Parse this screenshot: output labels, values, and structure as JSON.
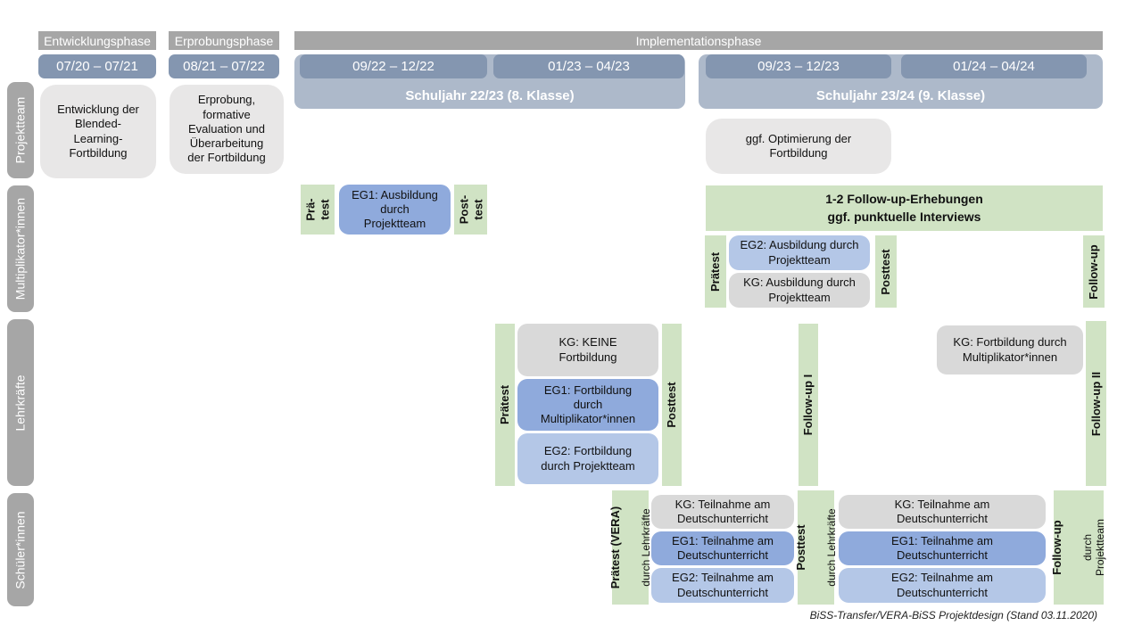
{
  "colors": {
    "header_gray": "#a6a6a6",
    "date_blue": "#8496b0",
    "band_blue": "#adb9ca",
    "box_light_gray": "#e8e7e7",
    "box_gray": "#d9d9d9",
    "box_blue": "#8faadc",
    "box_blue_light": "#b4c7e7",
    "green": "#d0e3c4"
  },
  "phases": {
    "entwicklung": "Entwicklungsphase",
    "erprobung": "Erprobungsphase",
    "implementation": "Implementationsphase"
  },
  "dates": {
    "d1": "07/20 – 07/21",
    "d2": "08/21 – 07/22",
    "d3": "09/22 – 12/22",
    "d4": "01/23 – 04/23",
    "d5": "09/23 – 12/23",
    "d6": "01/24 – 04/24"
  },
  "school_years": {
    "sy1": "Schuljahr 22/23 (8. Klasse)",
    "sy2": "Schuljahr 23/24 (9. Klasse)"
  },
  "row_labels": {
    "projektteam": "Projektteam",
    "multiplikatoren": "Multiplikator*innen",
    "lehrkraefte": "Lehrkräfte",
    "schueler": "Schüler*innen"
  },
  "projektteam": {
    "entwicklung": "Entwicklung der\nBlended-\nLearning-\nFortbildung",
    "erprobung": "Erprobung,\nformative\nEvaluation und\nÜberarbeitung\nder Fortbildung",
    "optimierung": "ggf. Optimierung der\nFortbildung"
  },
  "multiplikatoren": {
    "praetest1": "Prä-\ntest",
    "eg1": "EG1: Ausbildung\ndurch\nProjektteam",
    "posttest1": "Post-\ntest",
    "followup_band": "1-2 Follow-up-Erhebungen\nggf. punktuelle Interviews",
    "praetest2": "Prätest",
    "eg2": "EG2: Ausbildung durch\nProjektteam",
    "kg": "KG: Ausbildung durch\nProjektteam",
    "posttest2": "Posttest",
    "followup": "Follow-up"
  },
  "lehrkraefte": {
    "praetest": "Prätest",
    "kg": "KG: KEINE\nFortbildung",
    "eg1": "EG1: Fortbildung\ndurch\nMultiplikator*innen",
    "eg2": "EG2: Fortbildung\ndurch Projektteam",
    "posttest": "Posttest",
    "followup1": "Follow-up I",
    "kg2": "KG: Fortbildung durch\nMultiplikator*innen",
    "followup2": "Follow-up II"
  },
  "schueler": {
    "praetest_main": "Prätest (VERA)",
    "praetest_sub": "durch Lehrkräfte",
    "kg1": "KG: Teilnahme am\nDeutschunterricht",
    "eg1a": "EG1: Teilnahme am\nDeutschunterricht",
    "eg2a": "EG2: Teilnahme am\nDeutschunterricht",
    "posttest_main": "Posttest",
    "posttest_sub": "durch Lehrkräfte",
    "kg2": "KG: Teilnahme am\nDeutschunterricht",
    "eg1b": "EG1: Teilnahme am\nDeutschunterricht",
    "eg2b": "EG2: Teilnahme am\nDeutschunterricht",
    "followup_main": "Follow-up",
    "followup_sub": "durch\nProjektteam"
  },
  "caption": "BiSS-Transfer/VERA-BiSS Projektdesign (Stand 03.11.2020)"
}
